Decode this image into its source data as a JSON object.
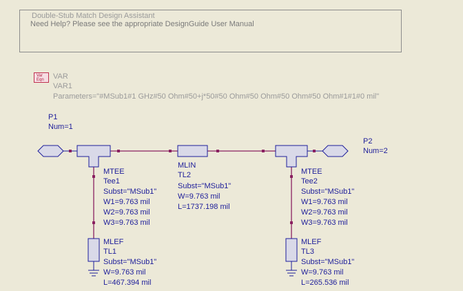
{
  "note": {
    "title": "Double-Stub Match Design Assistant",
    "help": "Need Help?  Please see the appropriate DesignGuide User Manual"
  },
  "var": {
    "icon_line1": "Var",
    "icon_line2": "Eqn",
    "type": "VAR",
    "name": "VAR1",
    "params": "Parameters=\"#MSub1#1 GHz#50 Ohm#50+j*50#50 Ohm#50 Ohm#50 Ohm#50 Ohm#1#1#0 mil\""
  },
  "p1": {
    "name": "P1",
    "num": "Num=1"
  },
  "p2": {
    "name": "P2",
    "num": "Num=2"
  },
  "tee1": {
    "type": "MTEE",
    "name": "Tee1",
    "subst": "Subst=\"MSub1\"",
    "w1": "W1=9.763 mil",
    "w2": "W2=9.763 mil",
    "w3": "W3=9.763 mil"
  },
  "tee2": {
    "type": "MTEE",
    "name": "Tee2",
    "subst": "Subst=\"MSub1\"",
    "w1": "W1=9.763 mil",
    "w2": "W2=9.763 mil",
    "w3": "W3=9.763 mil"
  },
  "tl2": {
    "type": "MLIN",
    "name": "TL2",
    "subst": "Subst=\"MSub1\"",
    "w": "W=9.763 mil",
    "l": "L=1737.198 mil"
  },
  "tl1": {
    "type": "MLEF",
    "name": "TL1",
    "subst": "Subst=\"MSub1\"",
    "w": "W=9.763 mil",
    "l": "L=467.394 mil"
  },
  "tl3": {
    "type": "MLEF",
    "name": "TL3",
    "subst": "Subst=\"MSub1\"",
    "w": "W=9.763 mil",
    "l": "L=265.536 mil"
  },
  "colors": {
    "background": "#ece9d8",
    "wire": "#8a2060",
    "component": "#1d1d9a",
    "param_text": "#9a9a9a"
  }
}
